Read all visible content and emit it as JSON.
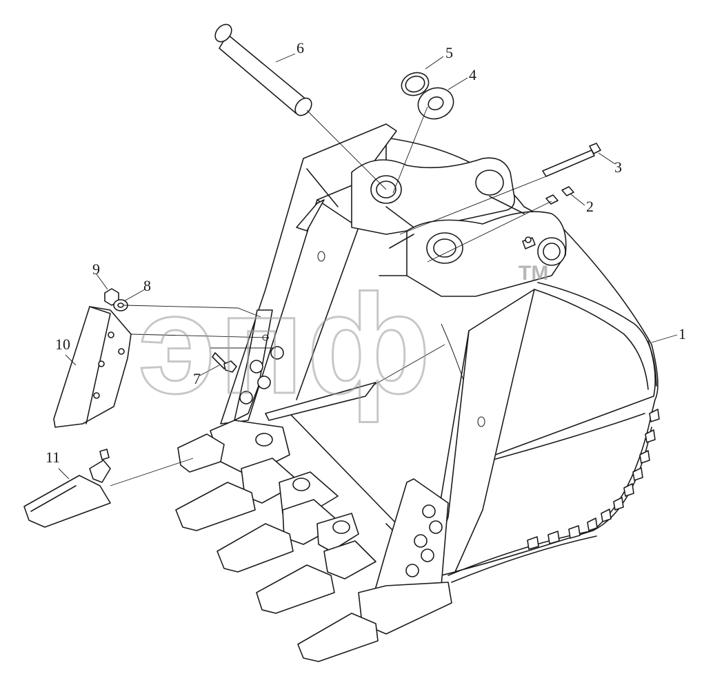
{
  "diagram": {
    "callouts": [
      {
        "id": "1",
        "label": "1"
      },
      {
        "id": "2",
        "label": "2"
      },
      {
        "id": "3",
        "label": "3"
      },
      {
        "id": "4",
        "label": "4"
      },
      {
        "id": "5",
        "label": "5"
      },
      {
        "id": "6",
        "label": "6"
      },
      {
        "id": "7",
        "label": "7"
      },
      {
        "id": "8",
        "label": "8"
      },
      {
        "id": "9",
        "label": "9"
      },
      {
        "id": "10",
        "label": "10"
      },
      {
        "id": "11",
        "label": "11"
      }
    ],
    "watermark": {
      "text": "эпф",
      "trademark": "TM"
    }
  }
}
